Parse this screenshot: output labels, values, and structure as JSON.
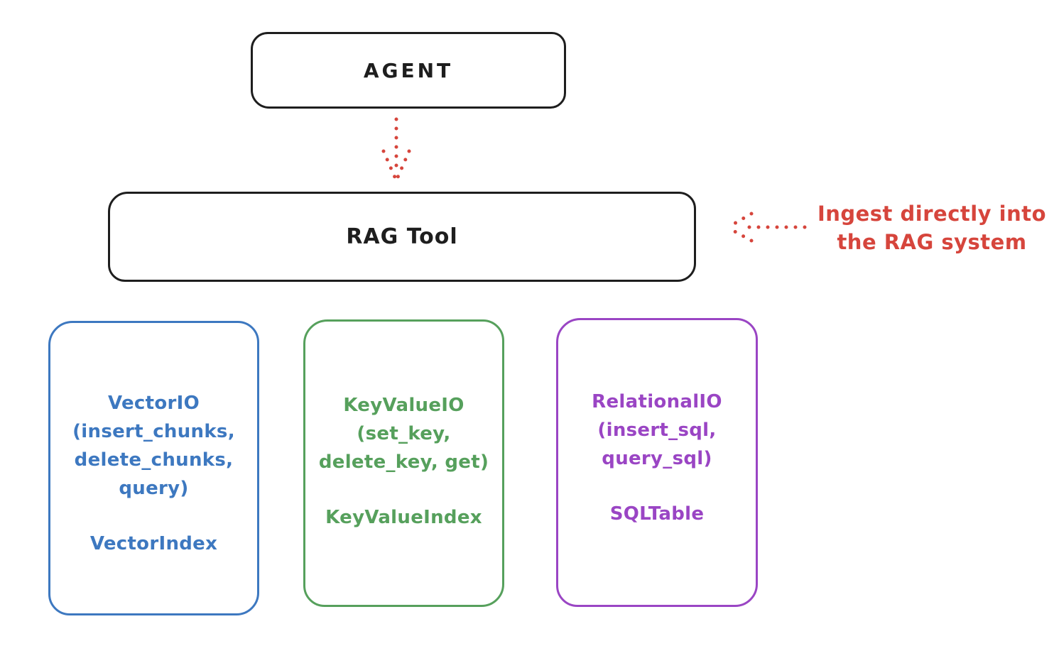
{
  "colors": {
    "stroke_black": "#1e1e1e",
    "accent_red": "#d6453c",
    "vector_blue": "#3d78c0",
    "keyvalue_green": "#56a05c",
    "relational_purple": "#9a45c4",
    "background": "#ffffff"
  },
  "agent": {
    "label": "AGENT"
  },
  "rag_tool": {
    "label": "RAG Tool"
  },
  "annotation": {
    "line1": "Ingest directly into",
    "line2": "the RAG system"
  },
  "arrows": [
    {
      "name": "agent-to-rag-tool",
      "style": "dotted",
      "color": "#d6453c",
      "direction": "down"
    },
    {
      "name": "annotation-to-rag-tool",
      "style": "dotted",
      "color": "#d6453c",
      "direction": "left"
    }
  ],
  "backends": [
    {
      "title": "VectorIO",
      "params": [
        "(insert_chunks,",
        "delete_chunks,",
        "query)"
      ],
      "index_label": "VectorIndex",
      "color": "#3d78c0"
    },
    {
      "title": "KeyValueIO",
      "params": [
        "(set_key,",
        "delete_key, get)"
      ],
      "index_label": "KeyValueIndex",
      "color": "#56a05c"
    },
    {
      "title": "RelationalIO",
      "params": [
        "(insert_sql,",
        "query_sql)"
      ],
      "index_label": "SQLTable",
      "color": "#9a45c4"
    }
  ]
}
